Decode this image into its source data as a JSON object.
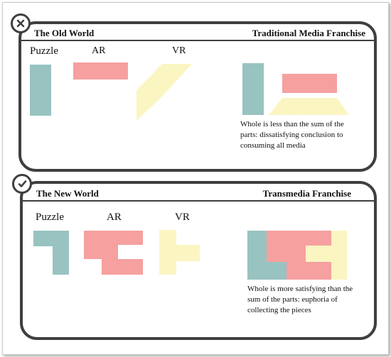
{
  "colors": {
    "puzzle": "#98c3c1",
    "ar": "#f6a0a0",
    "vr": "#fbf5c2",
    "frame": "#3f3f3f"
  },
  "old_world": {
    "title": "The Old World",
    "franchise": "Traditional Media Franchise",
    "badge_icon": "x-mark-icon",
    "labels": {
      "puzzle": "Puzzle",
      "ar": "AR",
      "vr": "VR"
    },
    "caption": "Whole is less than the sum of the parts: dissatisfying conclusion to consuming all media"
  },
  "new_world": {
    "title": "The New World",
    "franchise": "Transmedia Franchise",
    "badge_icon": "checkmark-icon",
    "labels": {
      "puzzle": "Puzzle",
      "ar": "AR",
      "vr": "VR"
    },
    "caption": "Whole is more satisfying than the sum of the parts: euphoria of collecting the pieces"
  }
}
